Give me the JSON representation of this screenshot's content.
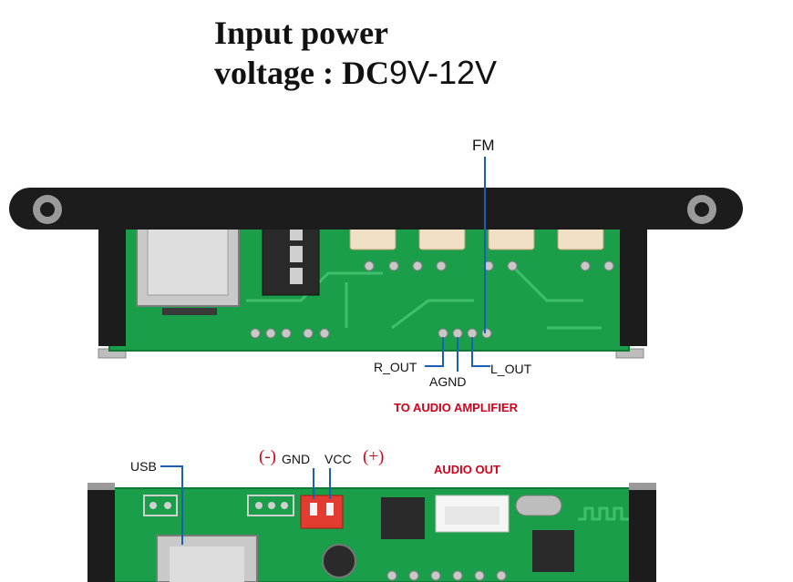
{
  "header": {
    "line1": "Input power",
    "line2_prefix": "voltage : DC",
    "line2_value": "9V-12V"
  },
  "top_board": {
    "fm_label": "FM",
    "r_out_label": "R_OUT",
    "agnd_label": "AGND",
    "l_out_label": "L_OUT",
    "amp_caption": "TO AUDIO AMPLIFIER"
  },
  "bottom_board": {
    "usb_label": "USB",
    "gnd_sign": "(-)",
    "gnd_label": "GND",
    "vcc_label": "VCC",
    "vcc_sign": "(+)",
    "audio_out_label": "AUDIO OUT"
  },
  "colors": {
    "pcb_green": "#1a9e4a",
    "bezel_black": "#1c1c1c",
    "callout_blue": "#1a5fb4",
    "caption_red": "#d0021b"
  },
  "icons": [
    "sd-card-slot-icon",
    "aux-jack-icon",
    "usb-port-icon",
    "power-connector-icon",
    "audio-out-connector-icon"
  ]
}
